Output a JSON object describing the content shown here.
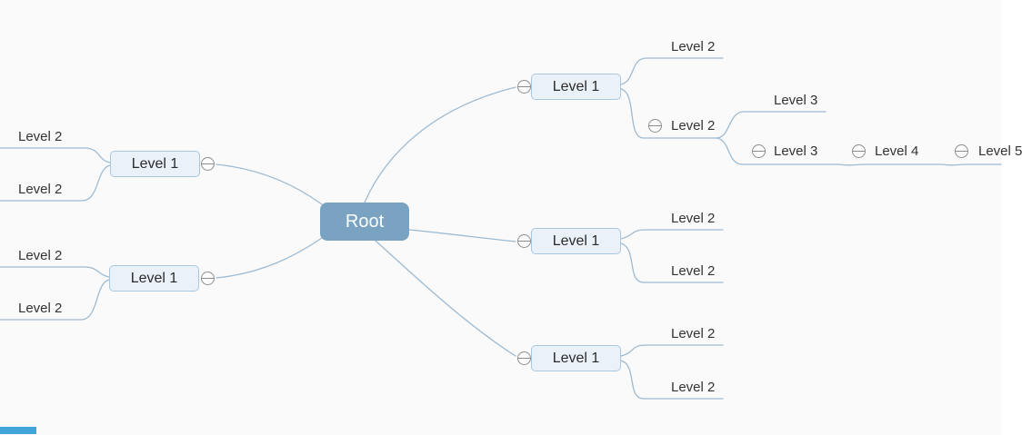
{
  "colors": {
    "background": "#fafafa",
    "root_fill": "#7aa3c2",
    "root_text": "#ffffff",
    "node_fill": "#eaf1f8",
    "node_border": "#a9c8e0",
    "node_text": "#2b2b2b",
    "leaf_text": "#333333",
    "link": "#9dbbd3",
    "expander": "#8d8d8d",
    "scrollbar_thumb": "#43a6da"
  },
  "icons": {
    "expander": "collapse-minus-icon"
  },
  "mindmap": {
    "root": {
      "label": "Root",
      "children": [
        {
          "label": "Level 1",
          "side": "right",
          "children": [
            {
              "label": "Level 2"
            },
            {
              "label": "Level 2",
              "children": [
                {
                  "label": "Level 3"
                },
                {
                  "label": "Level 3",
                  "children": [
                    {
                      "label": "Level 4",
                      "children": [
                        {
                          "label": "Level 5"
                        }
                      ]
                    }
                  ]
                }
              ]
            }
          ]
        },
        {
          "label": "Level 1",
          "side": "right",
          "children": [
            {
              "label": "Level 2"
            },
            {
              "label": "Level 2"
            }
          ]
        },
        {
          "label": "Level 1",
          "side": "right",
          "children": [
            {
              "label": "Level 2"
            },
            {
              "label": "Level 2"
            }
          ]
        },
        {
          "label": "Level 1",
          "side": "left",
          "children": [
            {
              "label": "Level 2"
            },
            {
              "label": "Level 2"
            }
          ]
        },
        {
          "label": "Level 1",
          "side": "left",
          "children": [
            {
              "label": "Level 2"
            },
            {
              "label": "Level 2"
            }
          ]
        }
      ]
    }
  }
}
